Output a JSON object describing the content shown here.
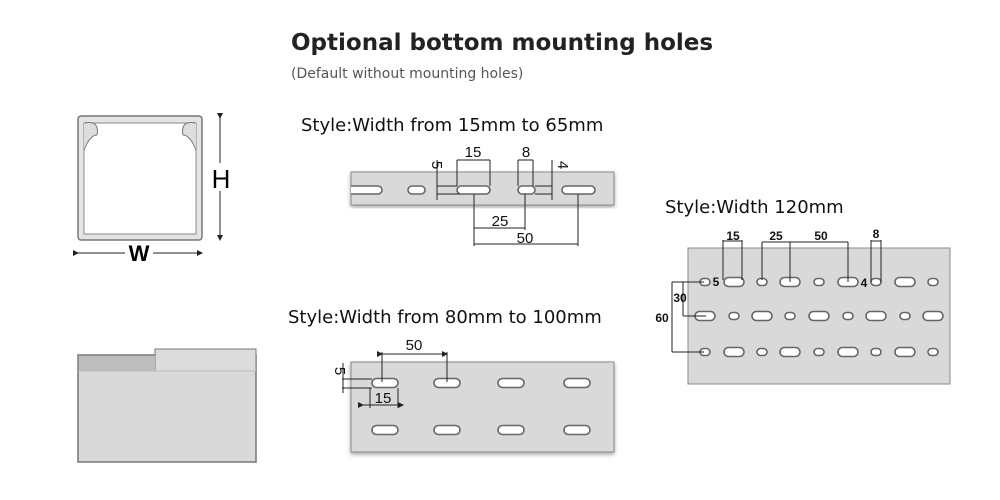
{
  "header": {
    "title": "Optional bottom mounting holes",
    "subtitle": "(Default without mounting holes)"
  },
  "profile": {
    "height_label": "H",
    "width_label": "W"
  },
  "style_narrow": {
    "label": "Style:Width from 15mm to 65mm",
    "dims": {
      "slot_length": "15",
      "small_length": "8",
      "slot_height": "5",
      "small_height": "4",
      "offset": "25",
      "pitch": "50"
    }
  },
  "style_medium": {
    "label": "Style:Width from 80mm to 100mm",
    "dims": {
      "pitch": "50",
      "slot_height": "5",
      "slot_length": "15"
    }
  },
  "style_wide": {
    "label": "Style:Width 120mm",
    "dims": {
      "slot_length": "15",
      "offset": "25",
      "pitch": "50",
      "small_length": "8",
      "slot_height": "5",
      "small_height": "4",
      "row_gap": "30",
      "outer_gap": "60"
    }
  },
  "colors": {
    "plate": "#d9d9d9",
    "edge": "#8a8a8a"
  }
}
